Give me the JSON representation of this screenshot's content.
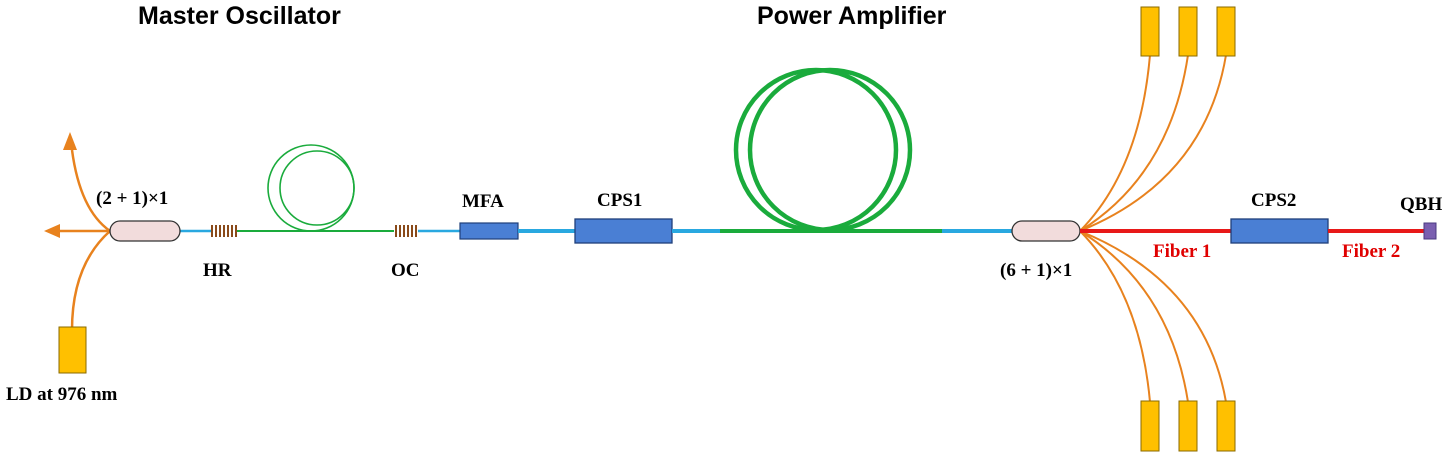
{
  "titles": {
    "master_oscillator": "Master Oscillator",
    "power_amplifier": "Power Amplifier"
  },
  "labels": {
    "combiner_mo": "(2 + 1)×1",
    "hr": "HR",
    "oc": "OC",
    "mfa": "MFA",
    "cps1": "CPS1",
    "combiner_pa": "(6 + 1)×1",
    "cps2": "CPS2",
    "qbh": "QBH",
    "fiber1": "Fiber 1",
    "fiber2": "Fiber 2",
    "ld": "LD at 976 nm"
  },
  "colors": {
    "pump_fiber": "#e8821e",
    "passive_fiber": "#29a8e0",
    "gain_fiber": "#1aab3c",
    "delivery_fiber": "#e81818",
    "component_blue": "#4a7fd4",
    "component_stroke": "#1f3f7a",
    "combiner_fill": "#f2dcdc",
    "laser_diode": "#ffc000",
    "laser_diode_stroke": "#8a6a00",
    "grating": "#8a4a1a",
    "qbh": "#7a5fb0"
  }
}
